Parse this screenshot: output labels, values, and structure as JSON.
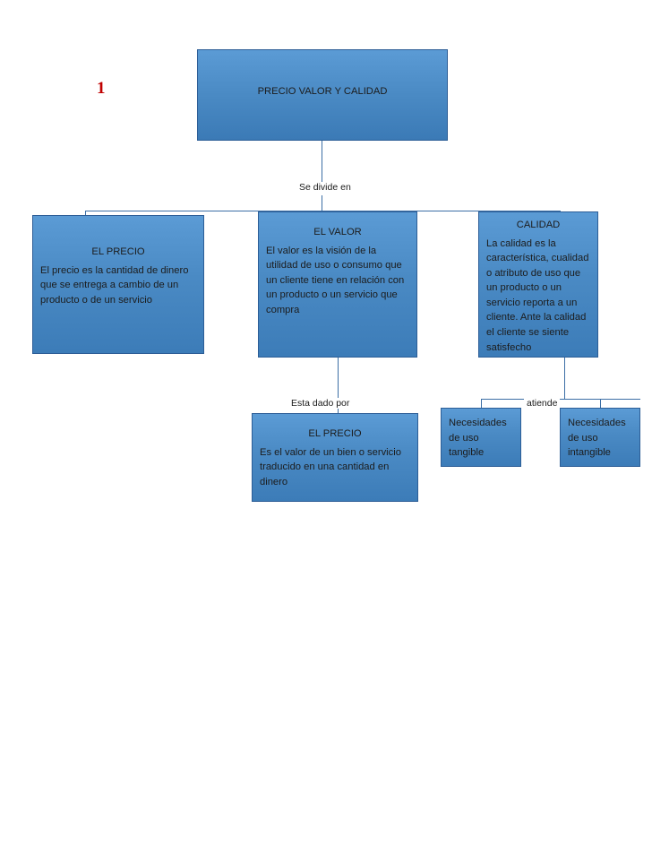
{
  "page": {
    "number": "1"
  },
  "diagram": {
    "type": "flowchart",
    "root": {
      "id": "box-main",
      "title": "PRECIO VALOR Y CALIDAD"
    },
    "connector_labels": {
      "divide": "Se divide en",
      "dado_por": "Esta dado por",
      "atiende": "atiende"
    },
    "level1": [
      {
        "id": "box-precio",
        "title": "EL PRECIO",
        "body": "El precio es la cantidad de dinero que se entrega a cambio de un producto o de un servicio"
      },
      {
        "id": "box-valor",
        "title": "EL VALOR",
        "body": "El valor es la visión de la utilidad de uso o consumo que un cliente tiene en relación con un producto o un servicio que compra"
      },
      {
        "id": "box-calidad",
        "title": "CALIDAD",
        "body": "La calidad es la característica, cualidad o atributo de uso que un producto o un servicio reporta a un cliente. Ante la calidad el cliente se siente satisfecho"
      }
    ],
    "level2": [
      {
        "id": "box-precio2",
        "title": "EL PRECIO",
        "body": "Es el valor de un bien o servicio traducido en una cantidad en dinero"
      },
      {
        "id": "box-tangible",
        "body": "Necesidades de uso tangible"
      },
      {
        "id": "box-intangible",
        "body": "Necesidades de uso intangible"
      }
    ],
    "colors": {
      "box_fill": "#4a8ac4",
      "box_border": "#2c5d96",
      "connector": "#3b6ea5",
      "page_number": "#c00000"
    }
  }
}
